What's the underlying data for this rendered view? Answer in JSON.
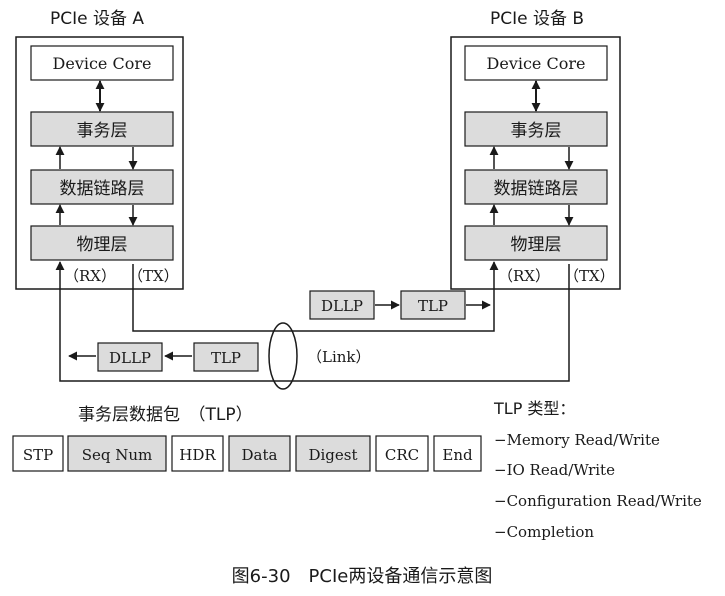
{
  "device_a": {
    "title": "PCIe 设备 A",
    "core": "Device Core",
    "transaction_layer": "事务层",
    "data_link_layer": "数据链路层",
    "physical_layer": "物理层",
    "rx": "（RX）",
    "tx": "（TX）"
  },
  "device_b": {
    "title": "PCIe 设备 B",
    "core": "Device Core",
    "transaction_layer": "事务层",
    "data_link_layer": "数据链路层",
    "physical_layer": "物理层",
    "rx": "（RX）",
    "tx": "（TX）"
  },
  "link": {
    "label": "（Link）",
    "top_packets": [
      "DLLP",
      "TLP"
    ],
    "bottom_packets": [
      "DLLP",
      "TLP"
    ]
  },
  "tlp_packet": {
    "title": "事务层数据包　（TLP）",
    "fields": [
      "STP",
      "Seq Num",
      "HDR",
      "Data",
      "Digest",
      "CRC",
      "End"
    ],
    "field_shaded": [
      false,
      true,
      false,
      true,
      true,
      false,
      false
    ]
  },
  "tlp_types": {
    "title": "TLP 类型：",
    "items": [
      "−Memory Read/Write",
      "−IO Read/Write",
      "−Configuration Read/Write",
      "−Completion"
    ]
  },
  "caption": "图6-30　PCIe两设备通信示意图",
  "colors": {
    "layer_fill": "#dcdcdc",
    "stroke": "#1a1a1a"
  }
}
